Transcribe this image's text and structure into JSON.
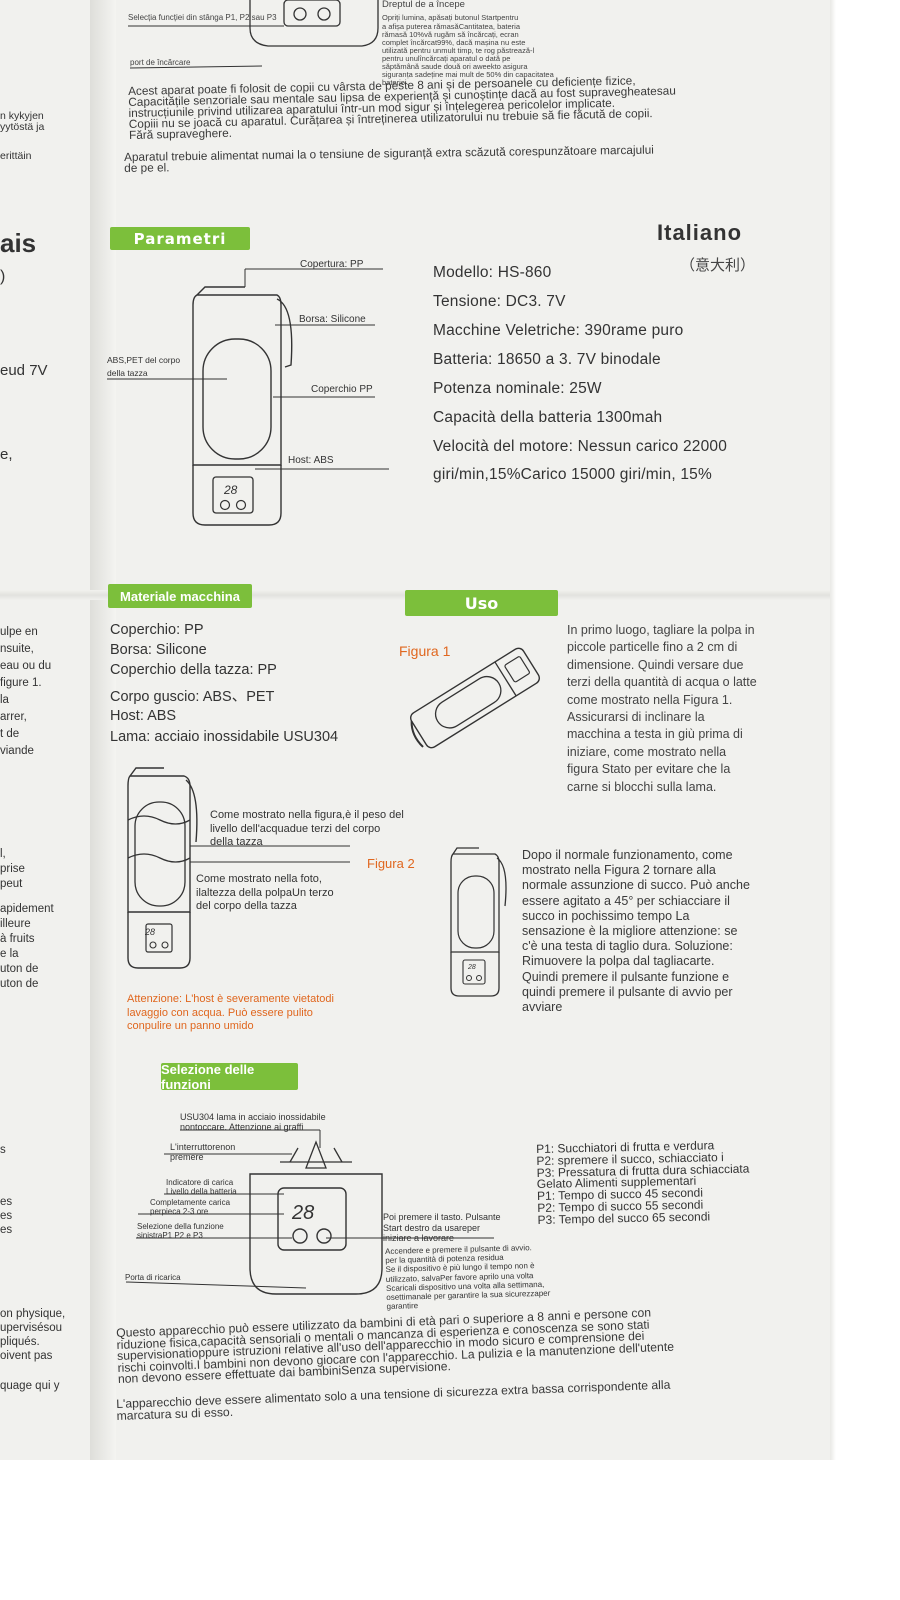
{
  "top": {
    "callout_left": "Selecția funcției din stânga P1, P2 sau P3",
    "port_label": "port de încărcare",
    "dreptul": "Dreptul de a începe",
    "right_notes": [
      "Opriți lumina, apăsați butonul Startpentru",
      "a afișa puterea rămasăCantitatea, bateria",
      "rămasă 10%vă rugăm să încărcați, ecran",
      "complet încărcat99%, dacă mașina nu este",
      "utilizată pentru unmult timp, te rog păstrează-l",
      "pentru unulîncărcați aparatul o dată pe",
      "săptămână saude două ori aweekto asigura",
      "siguranța sadeține mai mult de 50% din capacitatea",
      "bateriei."
    ],
    "para1": [
      "Acest aparat poate fi folosit de copii cu vârsta de peste 8 ani și de persoanele cu deficiențe fizice,",
      "Capacitățile senzoriale sau mentale sau lipsa de experiență și cunoștințe dacă au fost supravegheatesau",
      "instrucțiunile privind utilizarea aparatului într-un mod sigur și înțelegerea pericolelor implicate.",
      "Copiii nu se joacă cu aparatul. Curățarea și întreținerea utilizatorului nu trebuie să fie făcută de copii.",
      "Fără supraveghere."
    ],
    "para2": [
      "Aparatul trebuie alimentat numai la o tensiune de siguranță extra scăzută corespunzătoare marcajului",
      "de pe el."
    ]
  },
  "left_margin": [
    "n kykyjen",
    "yytöstä ja",
    "erittäin",
    "ais",
    ")",
    "eud 7V",
    "e,",
    "ulpe en",
    "nsuite,",
    "eau ou du",
    "figure 1.",
    "la",
    "arrer,",
    "t de",
    "viande",
    "l,",
    "prise",
    "peut",
    "apidement",
    "illeure",
    "à fruits",
    "e la",
    "uton de",
    "uton de",
    "s",
    "es",
    "es",
    "es",
    "on physique,",
    "upervisésou",
    "pliqués.",
    "oivent pas",
    "quage qui y"
  ],
  "parametri": {
    "heading": "Parametri",
    "language": "Italiano",
    "language_cn": "（意大利）",
    "callouts": {
      "copertura": "Copertura: PP",
      "borsa": "Borsa: Silicone",
      "abs_pet": [
        "ABS,PET del corpo",
        "della tazza"
      ],
      "coperchio": "Coperchio PP",
      "host": "Host: ABS"
    },
    "display": "28",
    "specs": [
      "Modello: HS-860",
      "Tensione: DC3. 7V",
      "Macchine Veletriche: 390rame puro",
      "Batteria: 18650 a 3. 7V binodale",
      "Potenza nominale: 25W",
      "Capacità della batteria 1300mah",
      "Velocità del motore: Nessun carico 22000",
      " giri/min,15%Carico 15000 giri/min, 15%"
    ]
  },
  "materiali": {
    "heading": "Materiale macchina",
    "items": [
      "Coperchio: PP",
      "Borsa: Silicone",
      "Coperchio della tazza: PP",
      "Corpo guscio: ABS、PET",
      "Host: ABS",
      "Lama: acciaio inossidabile USU304"
    ]
  },
  "uso": {
    "heading": "Uso",
    "figura1": "Figura 1",
    "figura2": "Figura 2",
    "text1": [
      "In primo luogo, tagliare la polpa in",
      "piccole particelle fino a 2 cm di",
      "dimensione. Quindi versare due",
      "terzi della quantità di acqua o latte",
      "come mostrato nella Figura 1.",
      "Assicurarsi di inclinare la",
      "macchina a testa in giù prima di",
      "iniziare, come mostrato nella",
      "figura Stato per evitare che la",
      "carne si blocchi sulla lama."
    ],
    "fig_note1": [
      "Come mostrato nella figura,è il peso del",
      "livello dell'acquadue terzi del corpo",
      "della tazza"
    ],
    "fig_note2": [
      "Come mostrato nella foto,",
      "ilaltezza della polpaUn terzo",
      "del corpo della tazza"
    ],
    "text2": [
      "Dopo il normale funzionamento, come",
      "mostrato nella Figura 2 tornare alla",
      "normale assunzione di succo. Può anche",
      "essere agitato a 45° per schiacciare il",
      "succo in pochissimo tempo La",
      "sensazione è la migliore attenzione: se",
      "c'è una testa di taglio dura. Soluzione:",
      "Rimuovere la polpa dal tagliacarte.",
      "Quindi premere il pulsante funzione e",
      "quindi premere il pulsante di avvio per",
      "avviare"
    ],
    "warning": [
      "Attenzione: L'host è severamente vietatodi",
      "lavaggio con acqua. Può essere pulito",
      "conpulire un panno umido"
    ]
  },
  "selezione": {
    "heading": "Selezione delle funzioni",
    "callouts": {
      "lama": [
        "USU304 lama in acciaio inossidabile",
        "nontoccare. Attenzione ai graffi"
      ],
      "interruttore": [
        "L'interruttorenon",
        "premere"
      ],
      "indicatore": [
        "Indicatore di carica",
        "Livello della batteria"
      ],
      "completamente": [
        "Completamente carica",
        "perpieca 2-3 ore"
      ],
      "selezione": [
        "Selezione della funzione",
        "sinistraP1 P2 e P3"
      ],
      "porta": "Porta di ricarica",
      "premere": [
        "Poi premere il tasto. Pulsante",
        "Start destro da usareper",
        "iniziare a lavorare"
      ],
      "accendere": [
        "Accendere e premere il pulsante di avvio.",
        "per la quantità di potenza residua",
        "Se il dispositivo è più lungo il tempo non è",
        "utilizzato, salvaPer favore aprilo una volta",
        "Scaricali dispositivo una volta alla settimana,",
        "osettimanale per garantire la sua sicurezzaper",
        "garantire"
      ]
    },
    "display": "28",
    "modes": [
      "P1: Succhiatori di frutta e verdura",
      "P2: spremere il succo, schiacciato i",
      "P3: Pressatura di frutta dura schiacciata",
      "Gelato Alimenti supplementari",
      "P1: Tempo di succo 45 secondi",
      "P2: Tempo di succo 55 secondi",
      "P3: Tempo del succo 65 secondi"
    ]
  },
  "bottom": {
    "para1": [
      "Questo apparecchio può essere utilizzato da bambini di età pari o superiore a 8 anni e persone con",
      "riduzione fisica,capacità sensoriali o mentali o mancanza di esperienza e conoscenza se sono stati",
      "supervisionatioppure istruzioni relative all'uso dell'apparecchio in modo sicuro e comprensione dei",
      "rischi coinvolti.I bambini non devono giocare con l'apparecchio. La pulizia e la manutenzione dell'utente",
      "non devono essere effettuate dai bambiniSenza supervisione."
    ],
    "para2": [
      "L'apparecchio deve essere alimentato solo a una tensione di sicurezza extra bassa corrispondente alla",
      "marcatura su di esso."
    ]
  }
}
